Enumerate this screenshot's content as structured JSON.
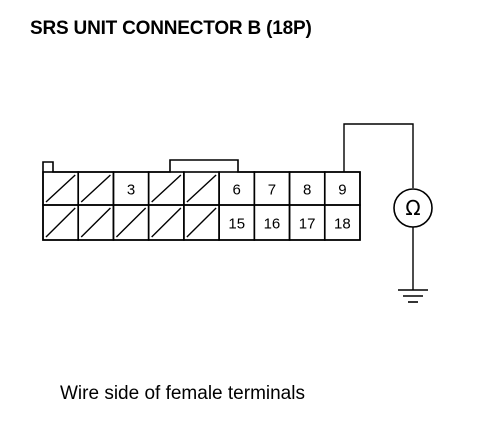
{
  "title": "SRS UNIT CONNECTOR B (18P)",
  "caption": "Wire side of female terminals",
  "connector": {
    "row1": [
      {
        "label": "",
        "hatched": true
      },
      {
        "label": "",
        "hatched": true
      },
      {
        "label": "3",
        "hatched": false
      },
      {
        "label": "",
        "hatched": true
      },
      {
        "label": "",
        "hatched": true
      },
      {
        "label": "6",
        "hatched": false
      },
      {
        "label": "7",
        "hatched": false
      },
      {
        "label": "8",
        "hatched": false
      },
      {
        "label": "9",
        "hatched": false
      }
    ],
    "row2": [
      {
        "label": "",
        "hatched": true
      },
      {
        "label": "",
        "hatched": true
      },
      {
        "label": "",
        "hatched": true
      },
      {
        "label": "",
        "hatched": true
      },
      {
        "label": "",
        "hatched": true
      },
      {
        "label": "15",
        "hatched": false
      },
      {
        "label": "16",
        "hatched": false
      },
      {
        "label": "17",
        "hatched": false
      },
      {
        "label": "18",
        "hatched": false
      }
    ]
  },
  "ohmmeter": {
    "symbol": "Ω",
    "icon": "ohmmeter-icon"
  },
  "ground": {
    "icon": "ground-icon"
  }
}
